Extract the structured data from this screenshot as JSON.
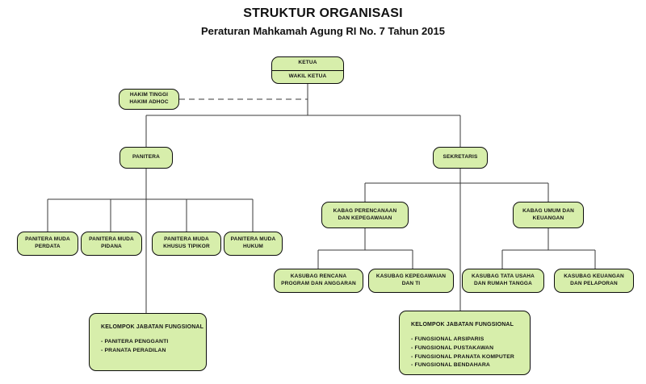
{
  "header": {
    "title": "STRUKTUR ORGANISASI",
    "subtitle": "Peraturan Mahkamah Agung RI No. 7 Tahun 2015"
  },
  "theme": {
    "node_fill": "#d7eeab",
    "node_border": "#0c0c0c",
    "line_color": "#3a3a3a",
    "text_color": "#151515",
    "background": "#ffffff"
  },
  "chart_data": {
    "type": "diagram",
    "title": "STRUKTUR ORGANISASI",
    "subtitle": "Peraturan Mahkamah Agung RI No. 7 Tahun 2015",
    "orientation": "top-down",
    "nodes": [
      {
        "id": "ketua",
        "lines": [
          "KETUA",
          "WAKIL KETUA"
        ],
        "level": 0
      },
      {
        "id": "hakim",
        "lines": [
          "HAKIM TINGGI",
          "HAKIM ADHOC"
        ],
        "level": 1,
        "link": "dashed"
      },
      {
        "id": "panitera",
        "lines": [
          "PANITERA"
        ],
        "level": 2
      },
      {
        "id": "sekretaris",
        "lines": [
          "SEKRETARIS"
        ],
        "level": 2
      },
      {
        "id": "pm-perdata",
        "lines": [
          "PANITERA MUDA",
          "PERDATA"
        ],
        "level": 3
      },
      {
        "id": "pm-pidana",
        "lines": [
          "PANITERA MUDA",
          "PIDANA"
        ],
        "level": 3
      },
      {
        "id": "pm-tipikor",
        "lines": [
          "PANITERA MUDA",
          "KHUSUS TIPIKOR"
        ],
        "level": 3
      },
      {
        "id": "pm-hukum",
        "lines": [
          "PANITERA MUDA",
          "HUKUM"
        ],
        "level": 3
      },
      {
        "id": "kabag-perencanaan",
        "lines": [
          "KABAG PERENCANAAN",
          "DAN KEPEGAWAIAN"
        ],
        "level": 3
      },
      {
        "id": "kabag-umum",
        "lines": [
          "KABAG UMUM DAN",
          "KEUANGAN"
        ],
        "level": 3
      },
      {
        "id": "kasubag-rencana",
        "lines": [
          "KASUBAG RENCANA",
          "PROGRAM DAN ANGGARAN"
        ],
        "level": 4
      },
      {
        "id": "kasubag-kepegawaian",
        "lines": [
          "KASUBAG KEPEGAWAIAN",
          "DAN TI"
        ],
        "level": 4
      },
      {
        "id": "kasubag-tatausaha",
        "lines": [
          "KASUBAG TATA USAHA",
          "DAN RUMAH TANGGA"
        ],
        "level": 4
      },
      {
        "id": "kasubag-keuangan",
        "lines": [
          "KASUBAG KEUANGAN",
          "DAN PELAPORAN"
        ],
        "level": 4
      },
      {
        "id": "kjf-panitera",
        "title": "KELOMPOK JABATAN FUNGSIONAL",
        "items": [
          "- PANITERA PENGGANTI",
          "- PRANATA PERADILAN"
        ],
        "level": 5
      },
      {
        "id": "kjf-sekretaris",
        "title": "KELOMPOK JABATAN FUNGSIONAL",
        "items": [
          "- FUNGSIONAL ARSIPARIS",
          "- FUNGSIONAL PUSTAKAWAN",
          "- FUNGSIONAL PRANATA KOMPUTER",
          "- FUNGSIONAL BENDAHARA"
        ],
        "level": 5
      }
    ],
    "edges": [
      {
        "from": "ketua",
        "to": "panitera",
        "style": "solid"
      },
      {
        "from": "ketua",
        "to": "sekretaris",
        "style": "solid"
      },
      {
        "from": "ketua",
        "to": "hakim",
        "style": "dashed"
      },
      {
        "from": "panitera",
        "to": "pm-perdata",
        "style": "solid"
      },
      {
        "from": "panitera",
        "to": "pm-pidana",
        "style": "solid"
      },
      {
        "from": "panitera",
        "to": "pm-tipikor",
        "style": "solid"
      },
      {
        "from": "panitera",
        "to": "pm-hukum",
        "style": "solid"
      },
      {
        "from": "panitera",
        "to": "kjf-panitera",
        "style": "solid"
      },
      {
        "from": "sekretaris",
        "to": "kabag-perencanaan",
        "style": "solid"
      },
      {
        "from": "sekretaris",
        "to": "kabag-umum",
        "style": "solid"
      },
      {
        "from": "sekretaris",
        "to": "kjf-sekretaris",
        "style": "solid"
      },
      {
        "from": "kabag-perencanaan",
        "to": "kasubag-rencana",
        "style": "solid"
      },
      {
        "from": "kabag-perencanaan",
        "to": "kasubag-kepegawaian",
        "style": "solid"
      },
      {
        "from": "kabag-umum",
        "to": "kasubag-tatausaha",
        "style": "solid"
      },
      {
        "from": "kabag-umum",
        "to": "kasubag-keuangan",
        "style": "solid"
      }
    ]
  },
  "nodes": {
    "ketua": {
      "l0": "KETUA",
      "l1": "WAKIL KETUA"
    },
    "hakim": {
      "l0": "HAKIM TINGGI",
      "l1": "HAKIM ADHOC"
    },
    "panitera": {
      "l0": "PANITERA"
    },
    "sekretaris": {
      "l0": "SEKRETARIS"
    },
    "pm_perdata": {
      "l0": "PANITERA MUDA",
      "l1": "PERDATA"
    },
    "pm_pidana": {
      "l0": "PANITERA MUDA",
      "l1": "PIDANA"
    },
    "pm_tipikor": {
      "l0": "PANITERA MUDA",
      "l1": "KHUSUS TIPIKOR"
    },
    "pm_hukum": {
      "l0": "PANITERA MUDA",
      "l1": "HUKUM"
    },
    "kabag_perencanaan": {
      "l0": "KABAG PERENCANAAN",
      "l1": "DAN KEPEGAWAIAN"
    },
    "kabag_umum": {
      "l0": "KABAG UMUM DAN",
      "l1": "KEUANGAN"
    },
    "kasubag_rencana": {
      "l0": "KASUBAG RENCANA",
      "l1": "PROGRAM DAN ANGGARAN"
    },
    "kasubag_kepegawaian": {
      "l0": "KASUBAG KEPEGAWAIAN",
      "l1": "DAN TI"
    },
    "kasubag_tatausaha": {
      "l0": "KASUBAG TATA USAHA",
      "l1": "DAN RUMAH TANGGA"
    },
    "kasubag_keuangan": {
      "l0": "KASUBAG KEUANGAN",
      "l1": "DAN PELAPORAN"
    },
    "kjf_panitera": {
      "title": "KELOMPOK JABATAN FUNGSIONAL",
      "i0": "- PANITERA PENGGANTI",
      "i1": "- PRANATA PERADILAN"
    },
    "kjf_sekretaris": {
      "title": "KELOMPOK JABATAN FUNGSIONAL",
      "i0": "- FUNGSIONAL ARSIPARIS",
      "i1": "- FUNGSIONAL PUSTAKAWAN",
      "i2": "- FUNGSIONAL PRANATA KOMPUTER",
      "i3": "- FUNGSIONAL BENDAHARA"
    }
  }
}
